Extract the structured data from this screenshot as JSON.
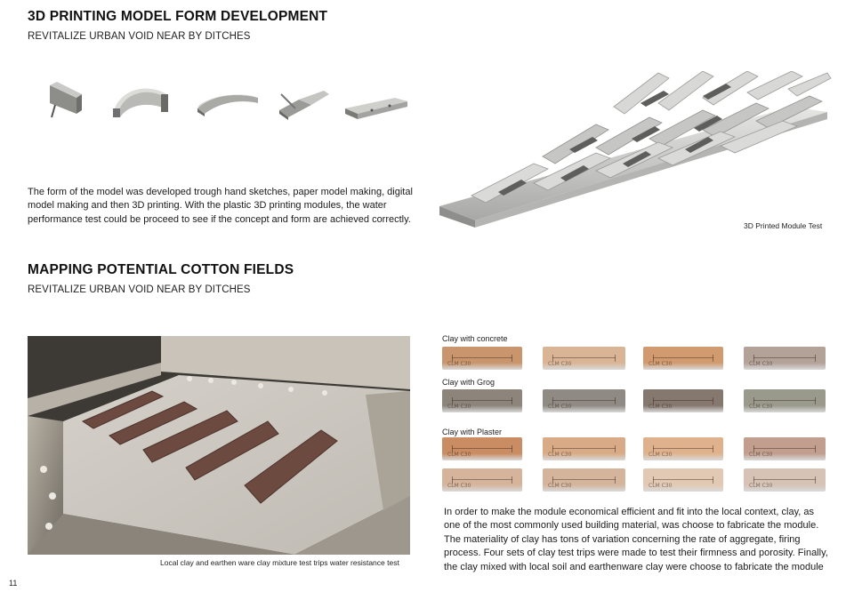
{
  "section1": {
    "title": "3D PRINTING MODEL FORM DEVELOPMENT",
    "subtitle": "REVITALIZE URBAN VOID NEAR BY DITCHES",
    "body_lines": [
      "The form of the model was developed trough hand sketches, paper model making, digital",
      "model making and then 3D printing. With the plastic 3D printing modules, the water",
      "performance test could be proceed to see if the concept and form are achieved correctly."
    ],
    "image_caption": "3D Printed Module Test"
  },
  "section2": {
    "title": "MAPPING POTENTIAL COTTON FIELDS",
    "subtitle": "REVITALIZE URBAN VOID NEAR BY DITCHES",
    "photo_caption": "Local clay and earthen ware clay mixture test trips water resistance test",
    "clay_groups": [
      {
        "label": "Clay with concrete",
        "colors": [
          "#c9956c",
          "#d9b596",
          "#d29a6f",
          "#b2a298"
        ]
      },
      {
        "label": "Clay with Grog",
        "colors": [
          "#8d857c",
          "#8f8a83",
          "#84786f",
          "#9a9a8c"
        ]
      },
      {
        "label": "Clay with Plaster",
        "colors": [
          "#c98c63",
          "#d8ab86",
          "#dfb28d",
          "#c19e8d"
        ],
        "colors2": [
          "#d6b49b",
          "#d5b49c",
          "#e2c9b3",
          "#d6c3b6"
        ]
      }
    ],
    "brick_mark": "CLM  C30",
    "body_lines": [
      "In order to make the module economical efficient and fit into the local context, clay, as",
      "one of the most commonly used building material, was choose to fabricate the module.",
      "The materiality of clay has tons of variation concerning the rate of aggregate, firing",
      "process. Four sets of clay test trips were made to test their firmness and porosity. Finally,",
      "the clay mixed with local soil and earthenware clay were choose to fabricate the module"
    ]
  },
  "page_number": "11"
}
